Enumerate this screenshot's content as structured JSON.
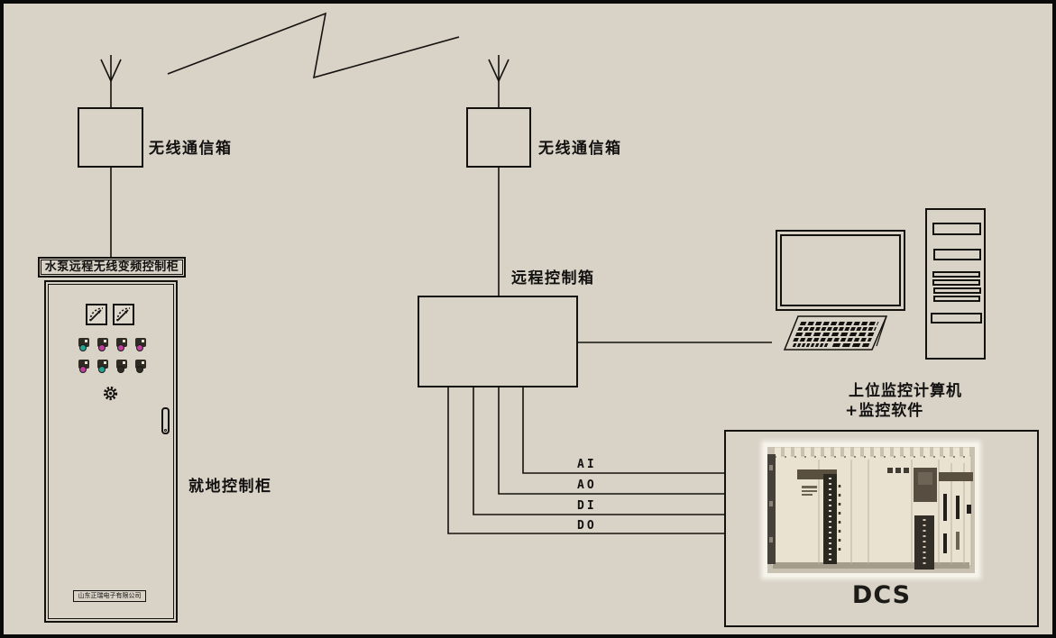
{
  "colors": {
    "background": "#d8d2c7",
    "line": "#14120f",
    "lamp_teal": "#27a394",
    "lamp_magenta": "#bf3f9e",
    "lamp_dark": "#2e2a24"
  },
  "wireless_left": {
    "label": "无线通信箱"
  },
  "wireless_right": {
    "label": "无线通信箱"
  },
  "remote_box": {
    "label": "远程控制箱"
  },
  "cabinet": {
    "title": "水泵远程无线变频控制柜",
    "nameplate": "山东正瑞电子有限公司",
    "label": "就地控制柜"
  },
  "computer": {
    "label_line1": "上位监控计算机",
    "label_line2": "+监控软件"
  },
  "dcs": {
    "label": "DCS"
  },
  "signals": [
    "AI",
    "AO",
    "DI",
    "DO"
  ],
  "lamps": {
    "row1": [
      "#27a394",
      "#bf3f9e",
      "#bf3f9e",
      "#bf3f9e"
    ],
    "row2": [
      "#bf3f9e",
      "#27a394",
      "#2e2a24",
      "#2e2a24"
    ]
  }
}
